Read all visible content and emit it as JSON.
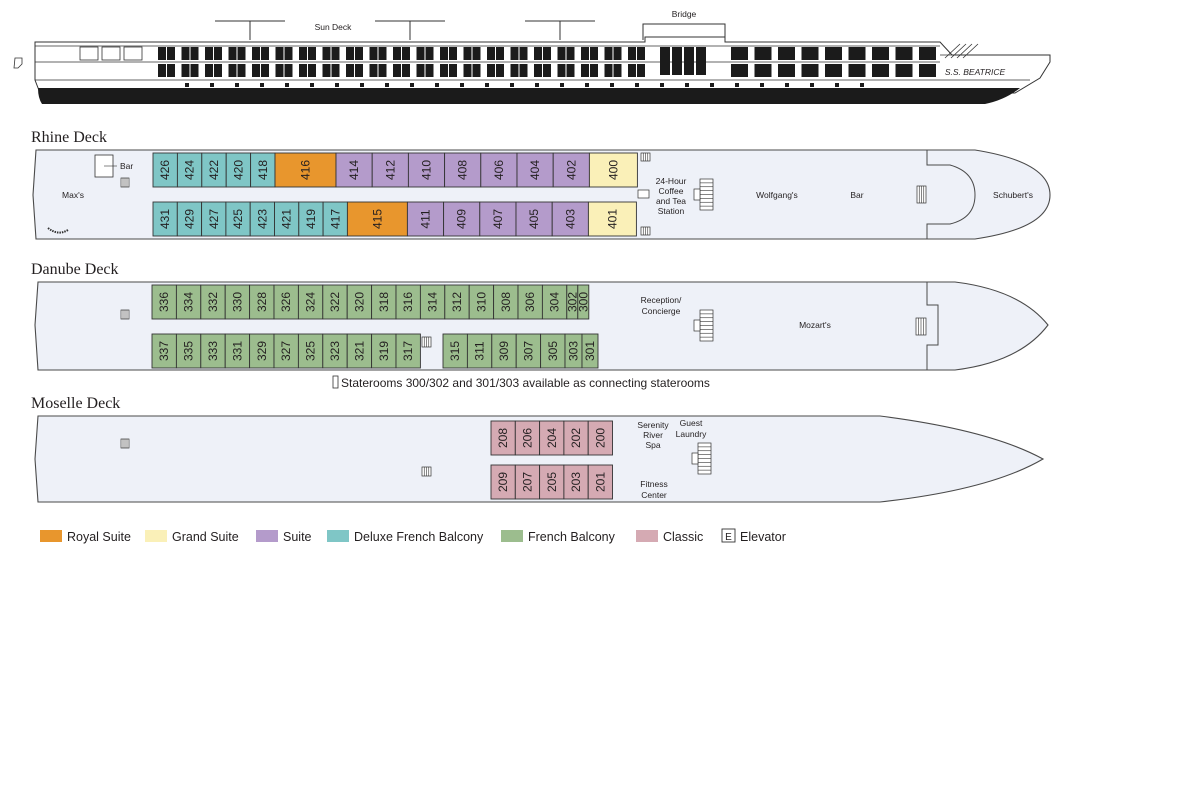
{
  "colors": {
    "royal_suite": "#e8962d",
    "grand_suite": "#faf0b8",
    "suite": "#b49bcb",
    "deluxe_french_balcony": "#7fc6c6",
    "french_balcony": "#9cbd8e",
    "classic": "#d5aab3",
    "hull": "#eef1f8"
  },
  "profile": {
    "sun_deck_label": "Sun Deck",
    "bridge_label": "Bridge",
    "ship_name": "S.S. BEATRICE"
  },
  "decks": {
    "rhine": {
      "title": "Rhine Deck",
      "labels": {
        "bar": "Bar",
        "maxs": "Max's",
        "coffee_line1": "24-Hour",
        "coffee_line2": "Coffee",
        "coffee_line3": "and Tea",
        "coffee_line4": "Station",
        "wolfgangs": "Wolfgang's",
        "bar2": "Bar",
        "schuberts": "Schubert's"
      },
      "top_rooms": [
        {
          "number": "426",
          "category": "deluxe_french_balcony"
        },
        {
          "number": "424",
          "category": "deluxe_french_balcony"
        },
        {
          "number": "422",
          "category": "deluxe_french_balcony"
        },
        {
          "number": "420",
          "category": "deluxe_french_balcony"
        },
        {
          "number": "418",
          "category": "deluxe_french_balcony"
        },
        {
          "number": "416",
          "category": "royal_suite"
        },
        {
          "number": "414",
          "category": "suite"
        },
        {
          "number": "412",
          "category": "suite"
        },
        {
          "number": "410",
          "category": "suite"
        },
        {
          "number": "408",
          "category": "suite"
        },
        {
          "number": "406",
          "category": "suite"
        },
        {
          "number": "404",
          "category": "suite"
        },
        {
          "number": "402",
          "category": "suite"
        },
        {
          "number": "400",
          "category": "grand_suite"
        }
      ],
      "bottom_rooms": [
        {
          "number": "431",
          "category": "deluxe_french_balcony"
        },
        {
          "number": "429",
          "category": "deluxe_french_balcony"
        },
        {
          "number": "427",
          "category": "deluxe_french_balcony"
        },
        {
          "number": "425",
          "category": "deluxe_french_balcony"
        },
        {
          "number": "423",
          "category": "deluxe_french_balcony"
        },
        {
          "number": "421",
          "category": "deluxe_french_balcony"
        },
        {
          "number": "419",
          "category": "deluxe_french_balcony"
        },
        {
          "number": "417",
          "category": "deluxe_french_balcony"
        },
        {
          "number": "415",
          "category": "royal_suite"
        },
        {
          "number": "411",
          "category": "suite"
        },
        {
          "number": "409",
          "category": "suite"
        },
        {
          "number": "407",
          "category": "suite"
        },
        {
          "number": "405",
          "category": "suite"
        },
        {
          "number": "403",
          "category": "suite"
        },
        {
          "number": "401",
          "category": "grand_suite"
        }
      ]
    },
    "danube": {
      "title": "Danube Deck",
      "labels": {
        "reception_line1": "Reception/",
        "reception_line2": "Concierge",
        "mozarts": "Mozart's"
      },
      "top_rooms": [
        "336",
        "334",
        "332",
        "330",
        "328",
        "326",
        "324",
        "322",
        "320",
        "318",
        "316",
        "314",
        "312",
        "310",
        "308",
        "306",
        "304",
        "302",
        "300"
      ],
      "bottom_rooms_left": [
        "337",
        "335",
        "333",
        "331",
        "329",
        "327",
        "325",
        "323",
        "321",
        "319",
        "317"
      ],
      "bottom_rooms_right": [
        "315",
        "311",
        "309",
        "307",
        "305",
        "303",
        "301"
      ],
      "note": "Staterooms 300/302 and 301/303 available as connecting staterooms"
    },
    "moselle": {
      "title": "Moselle Deck",
      "labels": {
        "spa_line1": "Serenity",
        "spa_line2": "River",
        "spa_line3": "Spa",
        "laundry_line1": "Guest",
        "laundry_line2": "Laundry",
        "fitness_line1": "Fitness",
        "fitness_line2": "Center"
      },
      "top_rooms": [
        "208",
        "206",
        "204",
        "202",
        "200"
      ],
      "bottom_rooms": [
        "209",
        "207",
        "205",
        "203",
        "201"
      ]
    }
  },
  "legend": [
    {
      "label": "Royal Suite",
      "color": "#e8962d"
    },
    {
      "label": "Grand Suite",
      "color": "#faf0b8"
    },
    {
      "label": "Suite",
      "color": "#b49bcb"
    },
    {
      "label": "Deluxe French Balcony",
      "color": "#7fc6c6"
    },
    {
      "label": "French Balcony",
      "color": "#9cbd8e"
    },
    {
      "label": "Classic",
      "color": "#d5aab3"
    }
  ],
  "elevator": {
    "symbol": "E",
    "label": "Elevator"
  }
}
